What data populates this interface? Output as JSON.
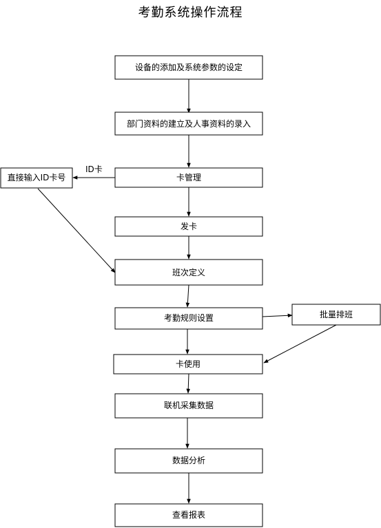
{
  "title": "考勤系统操作流程",
  "nodes": {
    "device_setup": "设备的添加及系统参数的设定",
    "department_setup": "部门资料的建立及人事资料的录入",
    "card_management": "卡管理",
    "direct_input": "直接输入ID卡号",
    "issue_card": "发卡",
    "shift_definition": "班次定义",
    "attendance_rules": "考勤规则设置",
    "batch_schedule": "批量排班",
    "card_usage": "卡使用",
    "online_collect": "联机采集数据",
    "data_analysis": "数据分析",
    "view_reports": "查看报表"
  },
  "edge_labels": {
    "id_card": "ID卡"
  }
}
